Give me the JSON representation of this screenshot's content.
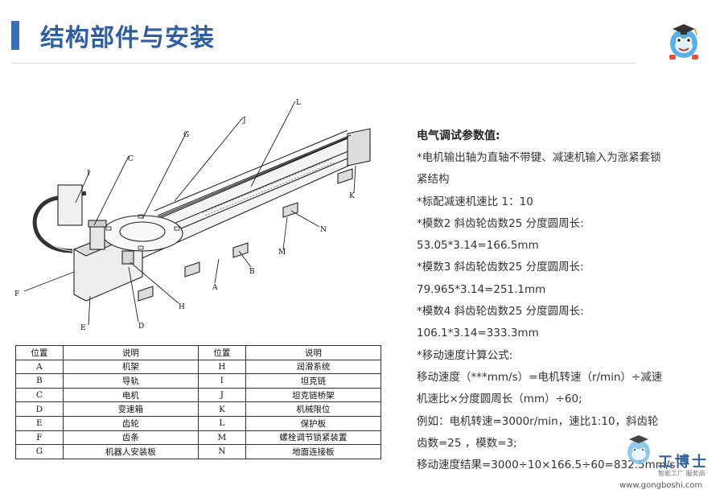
{
  "header": {
    "title": "结构部件与安装"
  },
  "spec": {
    "title": "电气调试参数值:",
    "lines": [
      "*电机输出轴为直轴不带键、减速机输入为涨紧套锁",
      "紧结构",
      "*标配减速机速比 1：10",
      "*模数2  斜齿轮齿数25  分度圆周长:",
      "53.05*3.14=166.5mm",
      "*模数3  斜齿轮齿数25  分度圆周长:",
      "79.965*3.14=251.1mm",
      "*模数4  斜齿轮齿数25  分度圆周长:",
      "106.1*3.14=333.3mm",
      "*移动速度计算公式:",
      "移动速度（***mm/s）=电机转速（r/min）÷减速",
      "机速比×分度圆周长（mm）÷60;",
      "例如：电机转速=3000r/min，速比1:10，斜齿轮",
      "齿数=25 ，模数=3;",
      "移动速度结果=3000÷10×166.5÷60=832.5mm/s"
    ]
  },
  "drawing": {
    "labels": [
      "L",
      "G",
      "J",
      "C",
      "I",
      "K",
      "N",
      "M",
      "B",
      "A",
      "F",
      "H",
      "D",
      "E"
    ]
  },
  "table": {
    "headers": [
      "位置",
      "说明",
      "位置",
      "说明"
    ],
    "rows": [
      [
        "A",
        "机架",
        "H",
        "润滑系统"
      ],
      [
        "B",
        "导轨",
        "I",
        "坦克链"
      ],
      [
        "C",
        "电机",
        "J",
        "坦克链桥架"
      ],
      [
        "D",
        "变速箱",
        "K",
        "机械限位"
      ],
      [
        "E",
        "齿轮",
        "L",
        "保护板"
      ],
      [
        "F",
        "齿条",
        "M",
        "螺栓调节锁紧装置"
      ],
      [
        "G",
        "机器人安装板",
        "N",
        "地面连接板"
      ]
    ]
  },
  "brand": {
    "name": "工博士",
    "sub": "智能工厂 服务商",
    "url": "www.gongboshi.com",
    "accent": "#2f5f9e"
  },
  "colors": {
    "title": "#2f5f9e",
    "title_bar": "#3a6fb5"
  }
}
